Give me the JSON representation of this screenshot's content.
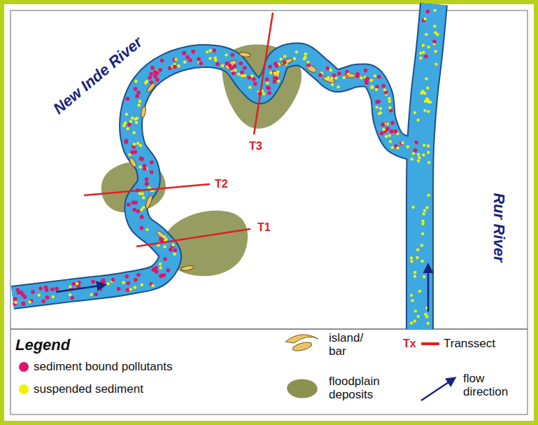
{
  "diagram": {
    "labels": [
      "New Inde River",
      "Rur River",
      "T1",
      "T2",
      "T3",
      "Legend",
      "Tx"
    ],
    "legend": [
      {
        "text": "sediment bound pollutants",
        "color": "#e0156a"
      },
      {
        "text": "suspended sediment",
        "color": "#f2f200"
      },
      {
        "text": "island/ bar"
      },
      {
        "text": "floodplain deposits",
        "color": "#8c9150"
      },
      {
        "text": "Transsect"
      },
      {
        "text": "flow direction"
      }
    ]
  }
}
